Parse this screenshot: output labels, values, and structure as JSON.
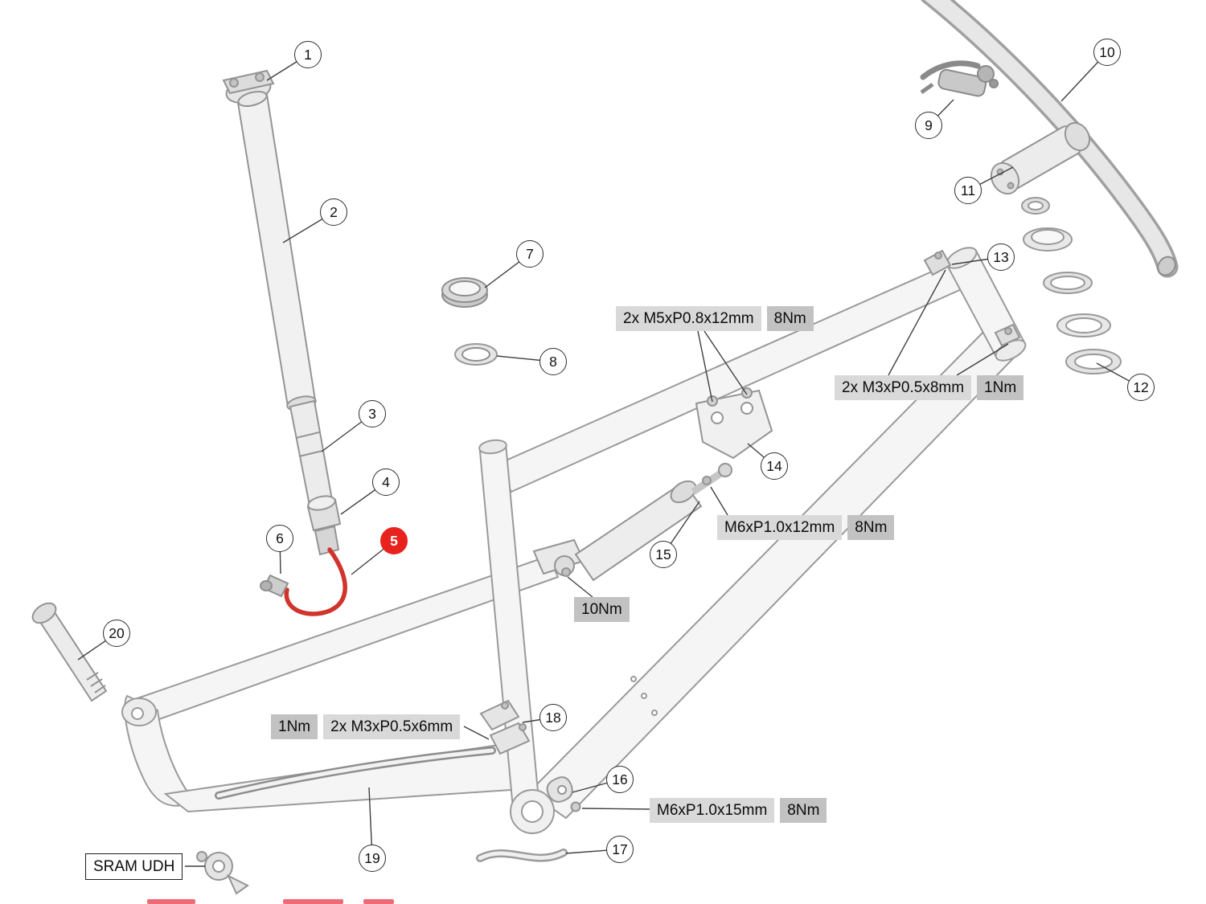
{
  "figure": {
    "kind": "exploded-parts-diagram",
    "subject": "full-suspension bike frameset"
  },
  "colors": {
    "highlight_red": "#e8231d",
    "cable_red": "#d0342c",
    "spec_box_bg": "#d9d9d9",
    "torque_box_bg": "#c2c2c2",
    "leader_line": "#3f3f3f",
    "artwork_stroke": "#9a9a9a"
  },
  "callouts": [
    {
      "label": "1",
      "highlighted": false
    },
    {
      "label": "2",
      "highlighted": false
    },
    {
      "label": "3",
      "highlighted": false
    },
    {
      "label": "4",
      "highlighted": false
    },
    {
      "label": "5",
      "highlighted": true
    },
    {
      "label": "6",
      "highlighted": false
    },
    {
      "label": "7",
      "highlighted": false
    },
    {
      "label": "8",
      "highlighted": false
    },
    {
      "label": "9",
      "highlighted": false
    },
    {
      "label": "10",
      "highlighted": false
    },
    {
      "label": "11",
      "highlighted": false
    },
    {
      "label": "12",
      "highlighted": false
    },
    {
      "label": "13",
      "highlighted": false
    },
    {
      "label": "14",
      "highlighted": false
    },
    {
      "label": "15",
      "highlighted": false
    },
    {
      "label": "16",
      "highlighted": false
    },
    {
      "label": "17",
      "highlighted": false
    },
    {
      "label": "18",
      "highlighted": false
    },
    {
      "label": "19",
      "highlighted": false
    },
    {
      "label": "20",
      "highlighted": false
    }
  ],
  "labels": {
    "m5_shock_mount": {
      "spec": "2x M5xP0.8x12mm",
      "torque": "8Nm"
    },
    "m3_port_8mm": {
      "spec": "2x M3xP0.5x8mm",
      "torque": "1Nm"
    },
    "m6_shock_12mm": {
      "spec": "M6xP1.0x12mm",
      "torque": "8Nm"
    },
    "pivot": {
      "torque": "10Nm"
    },
    "m3_guide_6mm": {
      "torque": "1Nm",
      "spec": "2x M3xP0.5x6mm"
    },
    "m6_guide_15mm": {
      "spec": "M6xP1.0x15mm",
      "torque": "8Nm"
    },
    "udh": {
      "text": "SRAM UDH"
    }
  }
}
